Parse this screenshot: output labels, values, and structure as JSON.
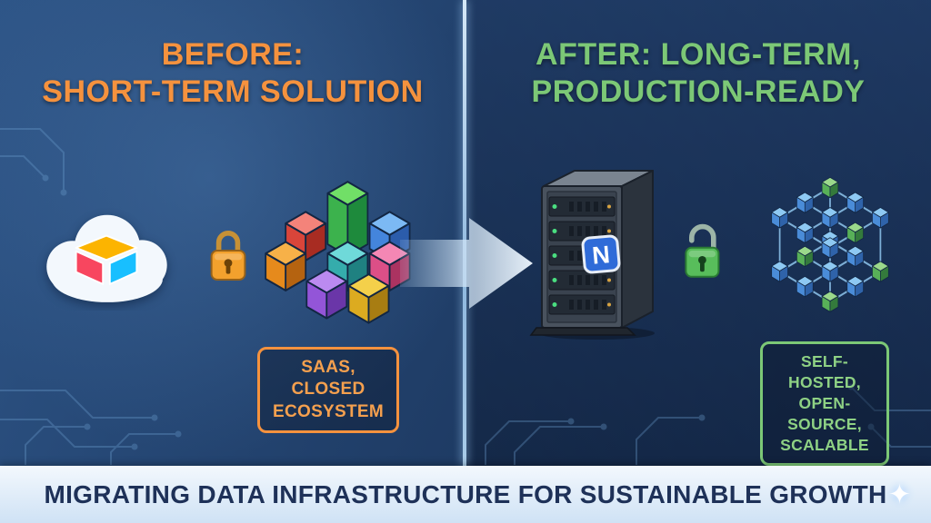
{
  "before": {
    "title_line1": "BEFORE:",
    "title_line2": "SHORT-TERM SOLUTION",
    "badge_line1": "SAAS, CLOSED",
    "badge_line2": "ECOSYSTEM"
  },
  "after": {
    "title_line1": "AFTER: LONG-TERM,",
    "title_line2": "PRODUCTION-READY",
    "badge_line1": "SELF-HOSTED,",
    "badge_line2": "OPEN-SOURCE,",
    "badge_line3": "SCALABLE",
    "server_logo_letter": "N"
  },
  "footer": {
    "text": "MIGRATING DATA INFRASTRUCTURE FOR SUSTAINABLE GROWTH",
    "sparkle": "✦"
  },
  "colors": {
    "before_accent": "#f5923e",
    "after_accent": "#7cc876",
    "background_navy": "#21406b",
    "divider_light": "#a9cce9",
    "footer_bg": "#dce9f7",
    "footer_text": "#1e3158",
    "server_badge_blue": "#2f6bd8",
    "arrow_light": "#eaf3fb",
    "locked_padlock": "#f3a12d",
    "unlocked_padlock": "#58bd5b"
  },
  "icons": {
    "sparkle-icon": "✦",
    "migration-arrow-icon": "right-arrow",
    "cloud-saas-icon": "cloud",
    "airtable-logo-icon": "triple-facet-logo",
    "locked-padlock-icon": "closed-padlock",
    "unlocked-padlock-icon": "open-padlock",
    "cube-stack-icon": "stacked-colored-cubes",
    "server-rack-icon": "server-tower",
    "network-cubes-icon": "linked-cube-lattice",
    "circuit-pattern": "circuit-traces"
  }
}
